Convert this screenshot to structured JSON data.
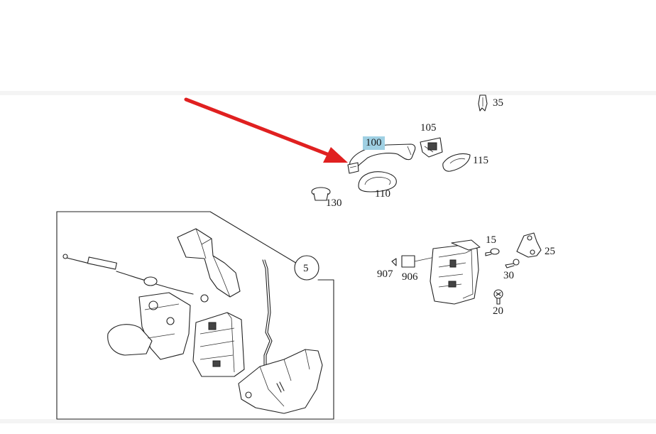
{
  "labels": {
    "p100": "100",
    "p105": "105",
    "p115": "115",
    "p110": "110",
    "p130": "130",
    "p35": "35",
    "p15": "15",
    "p25": "25",
    "p907": "907",
    "p906": "906",
    "p30": "30",
    "p20": "20",
    "p5": "5"
  },
  "highlight_color": "#9fd0e3",
  "arrow_color": "#e02020",
  "highlighted_part": "100"
}
